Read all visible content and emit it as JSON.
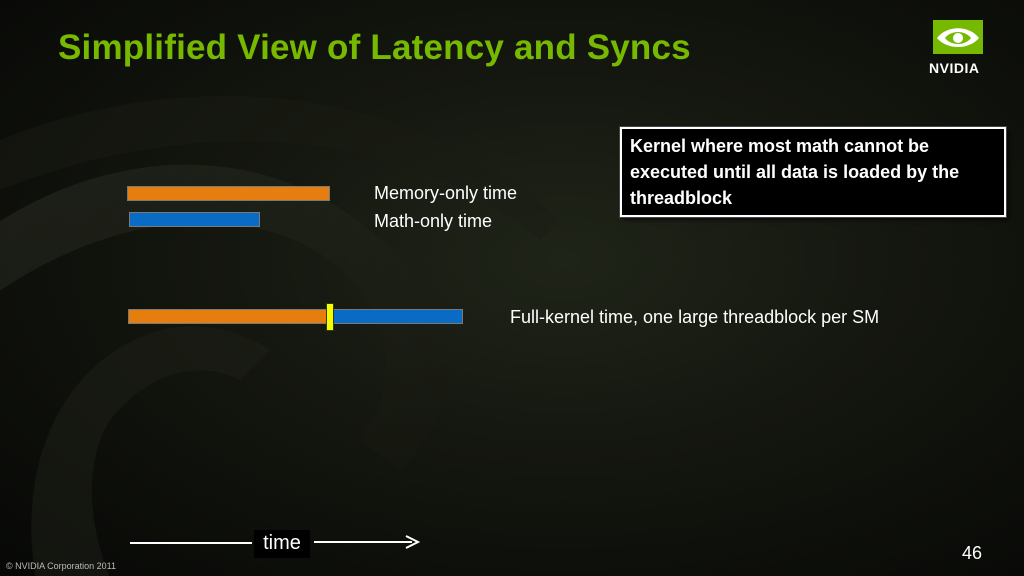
{
  "slide": {
    "title": "Simplified View of Latency and Syncs",
    "page_number": "46",
    "copyright": "© NVIDIA Corporation 2011"
  },
  "logo": {
    "wordmark": "NVIDIA",
    "icon": "nvidia-eye-logo"
  },
  "callout": {
    "text": "Kernel where most math cannot be executed until all data is loaded by the threadblock"
  },
  "legend": {
    "memory_label": "Memory-only time",
    "math_label": "Math-only time",
    "full_kernel_label": "Full-kernel time, one large threadblock per SM"
  },
  "axis": {
    "label": "time",
    "icon": "arrow-right-icon"
  },
  "colors": {
    "title": "#76b900",
    "memory": "#e67e0f",
    "math": "#0a6bc4",
    "sync": "#f2ff00",
    "background": "#11130d"
  }
}
